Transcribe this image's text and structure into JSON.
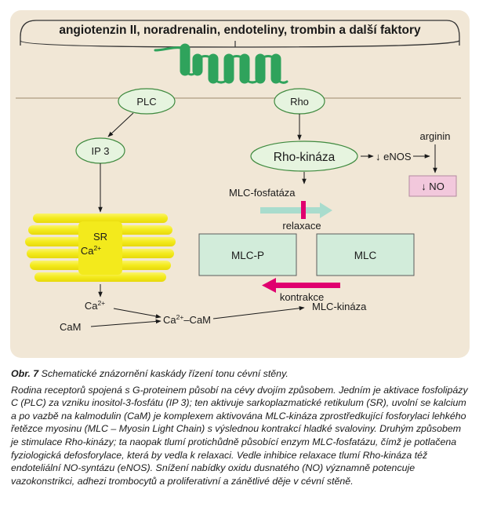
{
  "diagram": {
    "top_factors": "angiotenzin II, noradrenalin, endoteliny, trombin a další faktory",
    "plc": "PLC",
    "rho": "Rho",
    "ip3": "IP 3",
    "rho_kinase": "Rho-kináza",
    "enos": "↓ eNOS",
    "arginine": "arginin",
    "no": "↓ NO",
    "mlc_phosphatase": "MLC-fosfatáza",
    "relaxation": "relaxace",
    "sr": "SR",
    "ca_base": "Ca",
    "ca_sup": "2+",
    "mlc_p": "MLC-P",
    "mlc": "MLC",
    "contraction": "kontrakce",
    "cam": "CaM",
    "ca_cam_suffix": "–CaM",
    "mlc_kinase": "MLC-kináza"
  },
  "caption": {
    "label": "Obr. 7",
    "title": "Schematické znázornění kaskády řízení tonu cévní stěny.",
    "body": "Rodina receptorů spojená s G-proteinem působí na cévy dvojím způsobem. Jedním je aktivace fosfolipázy C (PLC) za vzniku inositol-3-fosfátu (IP 3); ten aktivuje sarkoplazmatické retikulum (SR), uvolní se kalcium a po vazbě na kalmodulin (CaM) je komplexem aktivována MLC-kináza zprostředkující fosforylaci lehkého řetězce myosinu (MLC – Myosin Light Chain) s výslednou kontrakcí hladké svaloviny. Druhým způsobem je stimulace Rho-kinázy; ta naopak tlumí protichůdně působící enzym MLC-fosfatázu, čímž je potlačena fyziologická defosforylace, která by vedla k relaxaci. Vedle inhibice relaxace tlumí Rho-kináza též endoteliální NO-syntázu (eNOS). Snížení nabídky oxidu dusnatého (NO) významně potencuje vazokonstrikci, adhezi trombocytů a proliferativní a zánětlivé děje v cévní stěně."
  },
  "colors": {
    "background": "#f1e7d6",
    "node_fill": "#e6f4df",
    "node_stroke": "#3f8a3f",
    "receptor": "#2fa35c",
    "sr_yellow": "#f3ea1c",
    "no_box": "#f2c8dc",
    "magenta": "#e0006f",
    "teal_arrow": "#a9dccd"
  }
}
